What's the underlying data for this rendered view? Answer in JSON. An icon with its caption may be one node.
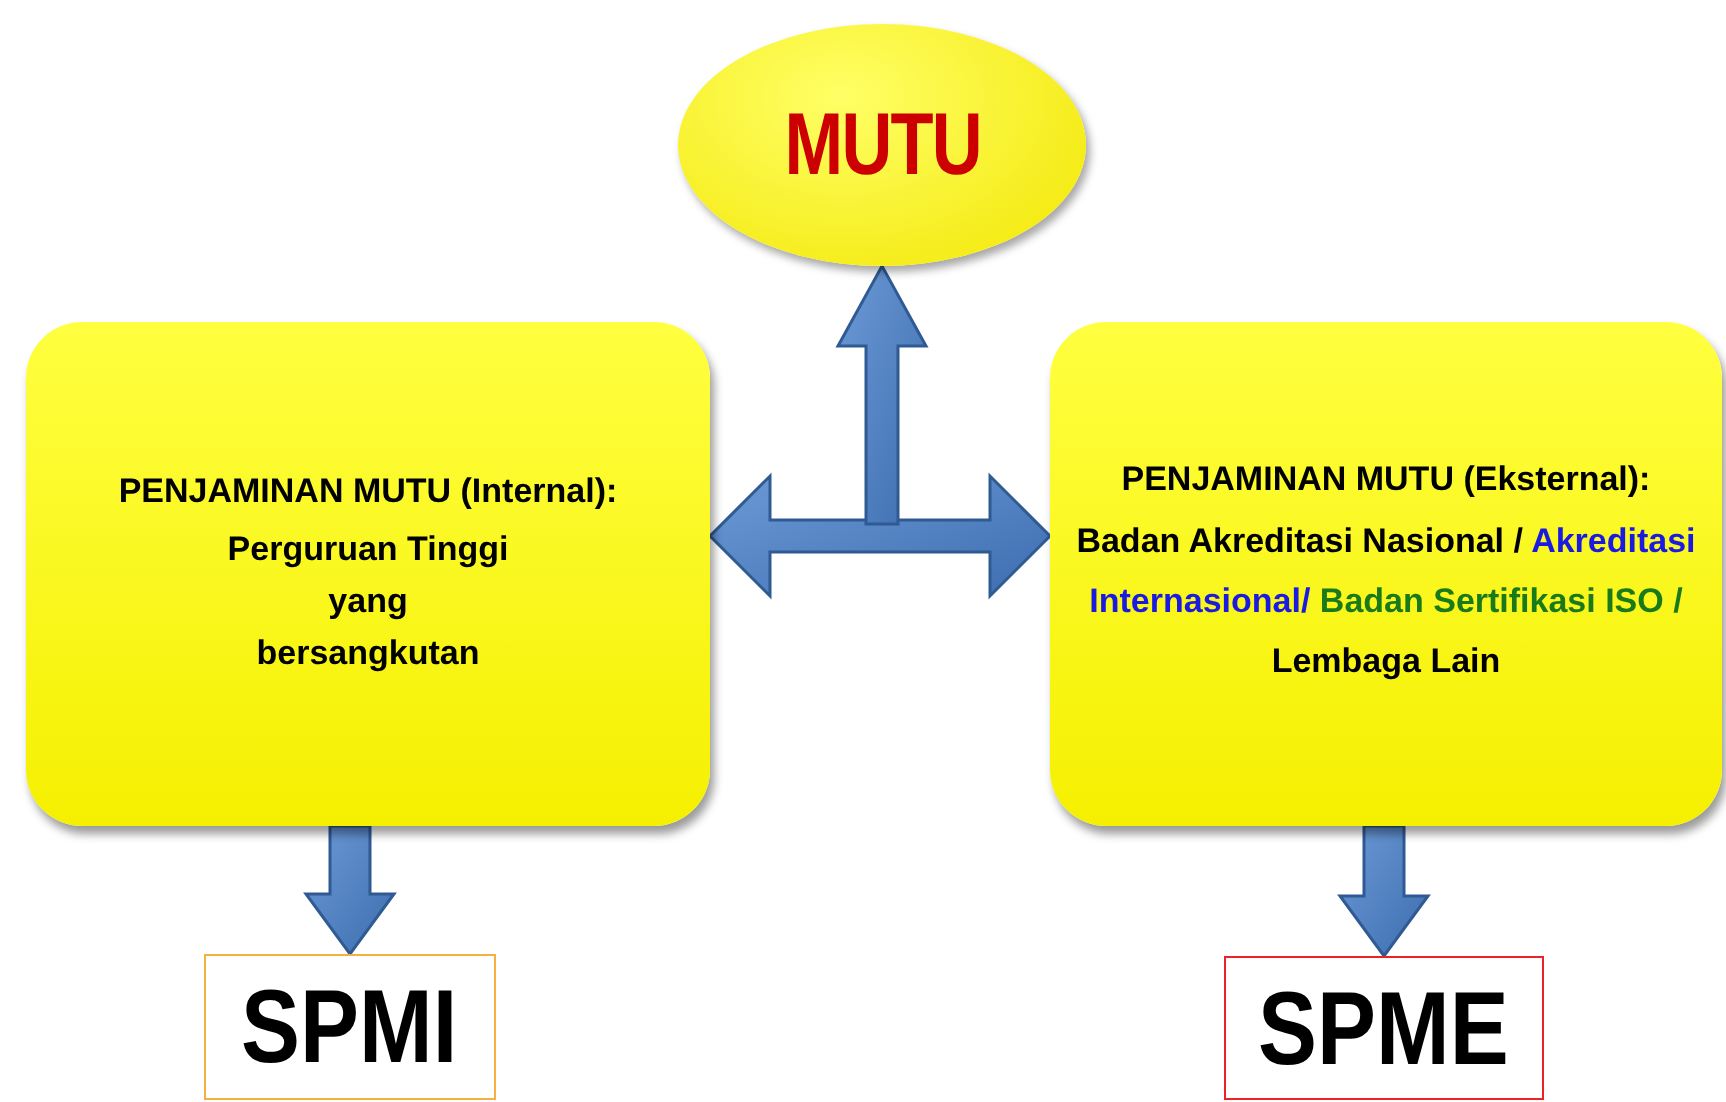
{
  "diagram": {
    "nodes": [
      {
        "text": [
          "MUTU"
        ]
      },
      {
        "text": [
          "PENJAMINAN MUTU (Internal):",
          "Perguruan Tinggi yang bersangkutan"
        ]
      },
      {
        "text": [
          "PENJAMINAN MUTU (Eksternal):",
          "Badan Akreditasi Nasional /",
          "Akreditasi Internasional/",
          "Badan Sertifikasi ISO /",
          "Lembaga Lain"
        ]
      },
      {
        "text": [
          "SPMI"
        ]
      },
      {
        "text": [
          "SPME"
        ]
      }
    ],
    "edges": [
      {
        "from": 1,
        "to": 2,
        "arrow": "both"
      },
      {
        "from": null,
        "to": 0,
        "arrow": "to"
      },
      {
        "from": 1,
        "to": 3,
        "arrow": "to"
      },
      {
        "from": 2,
        "to": 4,
        "arrow": "to"
      }
    ]
  }
}
